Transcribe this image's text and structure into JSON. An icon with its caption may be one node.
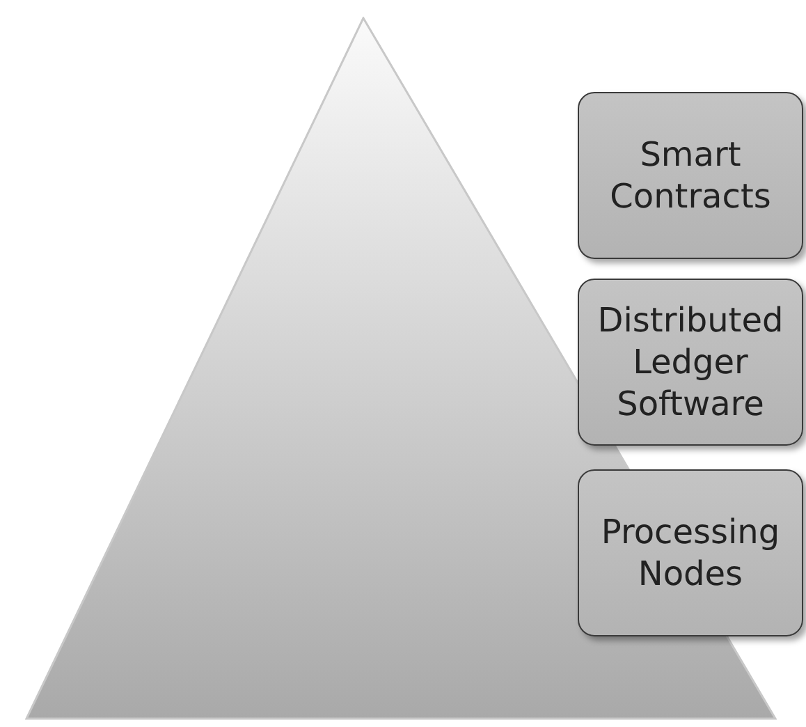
{
  "diagram": {
    "nodes": [
      {
        "text": [],
        "shape": "triangle"
      },
      {
        "text": [
          "Smart Contracts"
        ]
      },
      {
        "text": [
          "Distributed Ledger Software"
        ]
      },
      {
        "text": [
          "Processing Nodes"
        ]
      }
    ],
    "edges": []
  }
}
